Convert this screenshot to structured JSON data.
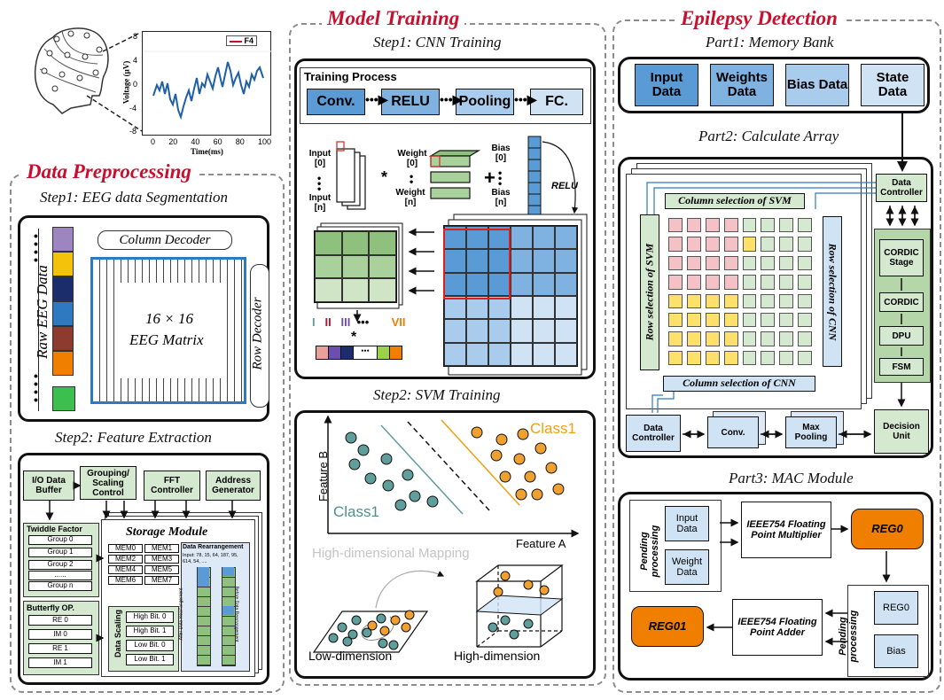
{
  "eeg_plot": {
    "legend": "F4",
    "xlabel": "Time(ms)",
    "ylabel": "Voltage (μV)",
    "xticks": [
      "0",
      "20",
      "40",
      "60",
      "80",
      "100"
    ],
    "yticks": [
      "8",
      "4",
      "0",
      "-4",
      "-8"
    ]
  },
  "data_preprocessing": {
    "title": "Data Preprocessing",
    "step1": "Step1: EEG data Segmentation",
    "raw_eeg": "Raw EEG Data",
    "column_decoder": "Column Decoder",
    "row_decoder": "Row Decoder",
    "matrix_line1": "16 × 16",
    "matrix_line2": "EEG Matrix",
    "step2": "Step2: Feature Extraction",
    "io_buffer": "I/O Data Buffer",
    "grouping": "Grouping/ Scaling Control",
    "fft": "FFT Controller",
    "addr_gen": "Address Generator",
    "storage": "Storage Module",
    "twiddle": "Twiddle Factor",
    "groups": [
      "Group 0",
      "Group 1",
      "Group 2",
      "......",
      "Group n"
    ],
    "butterfly": "Butterfly OP.",
    "butterfly_items": [
      "RE 0",
      "IM 0",
      "RE 1",
      "IM 1"
    ],
    "mems": [
      "MEM0",
      "MEM1",
      "MEM2",
      "MEM3",
      "MEM4",
      "MEM5",
      "MEM6",
      "MEM7"
    ],
    "data_scaling": "Data Scaling",
    "bits": [
      "High Bit. 0",
      "High Bit. 1",
      "Low Bit. 0",
      "Low Bit. 1"
    ],
    "rearrangement": "Data Rearrangement",
    "rearr_input": "Input: 78, 15, 64, 187, 95, 614, 54, ....",
    "after": "After Data Rearrangement",
    "before": "Before Data Rearrangement"
  },
  "model_training": {
    "title": "Model Training",
    "step1": "Step1: CNN Training",
    "training_process": "Training Process",
    "pipeline": [
      "Conv.",
      "RELU",
      "Pooling",
      "FC."
    ],
    "input0": "Input [0]",
    "inputn": "Input [n]",
    "weight0": "Weight [0]",
    "weightn": "Weight [n]",
    "bias0": "Bias [0]",
    "biasn": "Bias [n]",
    "relu": "RELU",
    "roman": [
      "I",
      "II",
      "III",
      "•••",
      "VII"
    ],
    "step2": "Step2: SVM Training",
    "feature_a": "Feature A",
    "feature_b": "Feature B",
    "class1_left": "Class1",
    "class1_right": "Class1",
    "mapping": "High-dimensional Mapping",
    "low_dim": "Low-dimension",
    "high_dim": "High-dimension"
  },
  "epilepsy_detection": {
    "title": "Epilepsy Detection",
    "part1": "Part1: Memory Bank",
    "memory": [
      "Input Data",
      "Weights Data",
      "Bias Data",
      "State Data"
    ],
    "part2": "Part2: Calculate Array",
    "data_controller": "Data Controller",
    "cordic_stage": "CORDIC Stage",
    "cordic": "CORDIC",
    "dpu": "DPU",
    "fsm": "FSM",
    "col_svm": "Column selection of SVM",
    "row_svm": "Row selection of SVM",
    "row_cnn": "Row selection of CNN",
    "col_cnn": "Column selection of CNN",
    "bottom_dc": "Data Controller",
    "conv": "Conv.",
    "max_pooling": "Max Pooling",
    "decision": "Decision Unit",
    "part3": "Part3: MAC Module",
    "pending": "Pending processing",
    "input_data": "Input Data",
    "weight_data": "Weight Data",
    "multiplier": "IEEE754 Floating Point Multiplier",
    "reg0": "REG0",
    "reg0_small": "REG0",
    "bias": "Bias",
    "adder": "IEEE754 Floating Point Adder",
    "reg01": "REG01"
  },
  "colors": {
    "title_red": "#c8102e",
    "green": "#d5e8d0",
    "light_blue": "#cfe3f5",
    "blue": "#5a9bd5",
    "orange": "#f07f00",
    "teal": "#5f9e9a"
  }
}
